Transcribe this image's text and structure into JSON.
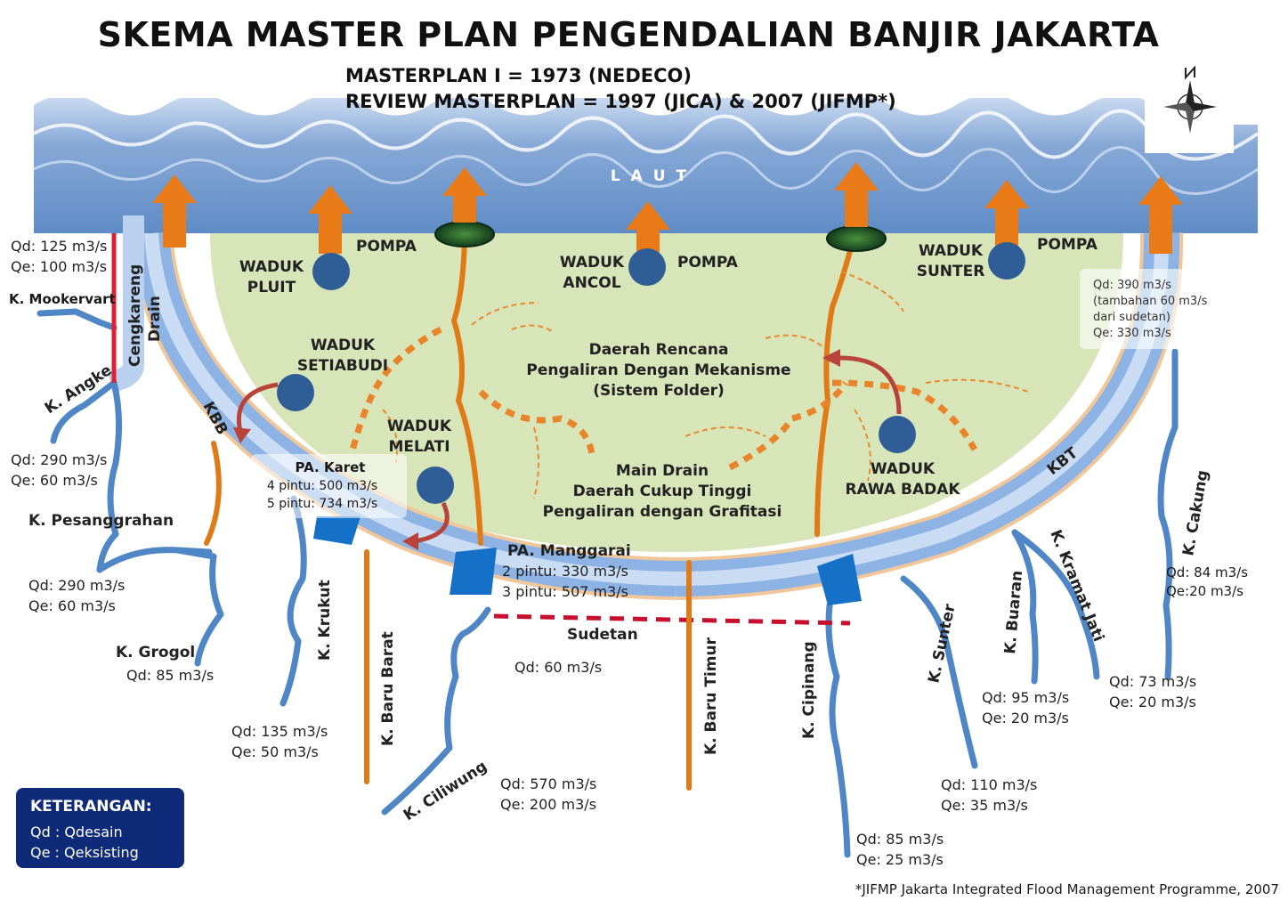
{
  "title": "SKEMA MASTER PLAN PENGENDALIAN BANJIR JAKARTA",
  "subtitle1": "MASTERPLAN I = 1973 (NEDECO)",
  "subtitle2": "REVIEW MASTERPLAN = 1997 (JICA) & 2007 (JIFMP*)",
  "sea_label": "L A U T",
  "reservoirs": {
    "pluit": [
      "WADUK",
      "PLUIT"
    ],
    "ancol": [
      "WADUK",
      "ANCOL"
    ],
    "sunter": [
      "WADUK",
      "SUNTER"
    ],
    "setiabudi": [
      "WADUK",
      "SETIABUDI"
    ],
    "melati": [
      "WADUK",
      "MELATI"
    ],
    "rawa_badak": [
      "WADUK",
      "RAWA BADAK"
    ]
  },
  "pump_label": "POMPA",
  "center_text": {
    "folder": [
      "Daerah Rencana",
      "Pengaliran Dengan Mekanisme",
      "(Sistem Folder)"
    ],
    "gravity": [
      "Main Drain",
      "Daerah Cukup Tinggi",
      "Pengaliran dengan Grafitasi"
    ]
  },
  "channels": {
    "kbb": "KBB",
    "kbt": "KBT",
    "cengkareng": [
      "Cengkareng",
      "Drain"
    ],
    "sudetan": "Sudetan"
  },
  "gates": {
    "karet": [
      "PA. Karet",
      "4 pintu: 500 m3/s",
      "5 pintu: 734 m3/s"
    ],
    "manggarai": [
      "PA. Manggarai",
      "2 pintu: 330 m3/s",
      "3 pintu: 507 m3/s"
    ]
  },
  "rivers": {
    "mookervart": "K. Mookervart",
    "angke": "K. Angke",
    "pesanggrahan": "K. Pesanggrahan",
    "grogol": "K. Grogol",
    "krukut": "K. Krukut",
    "baru_barat": "K. Baru Barat",
    "ciliwung": "K. Ciliwung",
    "baru_timur": "K. Baru Timur",
    "cipinang": "K. Cipinang",
    "sunter": "K. Sunter",
    "buaran": "K. Buaran",
    "kramat_jati": "K. Kramat Jati",
    "cakung": "K. Cakung"
  },
  "flows": {
    "mookervart": [
      "Qd: 125 m3/s",
      "Qe: 100 m3/s"
    ],
    "angke": [
      "Qd: 290 m3/s",
      "Qe: 60 m3/s"
    ],
    "pesanggrahan": [
      "Qd: 290 m3/s",
      "Qe: 60 m3/s"
    ],
    "grogol": [
      "Qd: 85 m3/s"
    ],
    "krukut": [
      "Qd: 135 m3/s",
      "Qe: 50 m3/s"
    ],
    "sudetan": [
      "Qd: 60 m3/s"
    ],
    "ciliwung": [
      "Qd: 570 m3/s",
      "Qe: 200 m3/s"
    ],
    "cipinang": [
      "Qd: 85 m3/s",
      "Qe: 25 m3/s"
    ],
    "sunter": [
      "Qd: 110 m3/s",
      "Qe: 35 m3/s"
    ],
    "buaran": [
      "Qd: 95 m3/s",
      "Qe: 20 m3/s"
    ],
    "kramat_jati": [
      "Qd: 73 m3/s",
      "Qe: 20 m3/s"
    ],
    "cakung": [
      "Qd: 84 m3/s",
      "Qe:20 m3/s"
    ],
    "kbt": [
      "Qd: 390 m3/s",
      "(tambahan 60 m3/s",
      "dari sudetan)",
      "Qe: 330 m3/s"
    ]
  },
  "legend": {
    "title": "KETERANGAN:",
    "items": [
      "Qd : Qdesain",
      "Qe : Qeksisting"
    ]
  },
  "footnote": "*JIFMP Jakarta Integrated Flood Management Programme, 2007",
  "colors": {
    "sea": "#6f97cb",
    "land": "#d7e5b8",
    "river": "#4f86c6",
    "drain": "#e07a16",
    "pool": "#2f5d96",
    "gate": "#1570c8",
    "legend_bg": "#0e2a78",
    "sudetan": "#c8102e"
  },
  "compass_icon": "compass-rose-icon"
}
